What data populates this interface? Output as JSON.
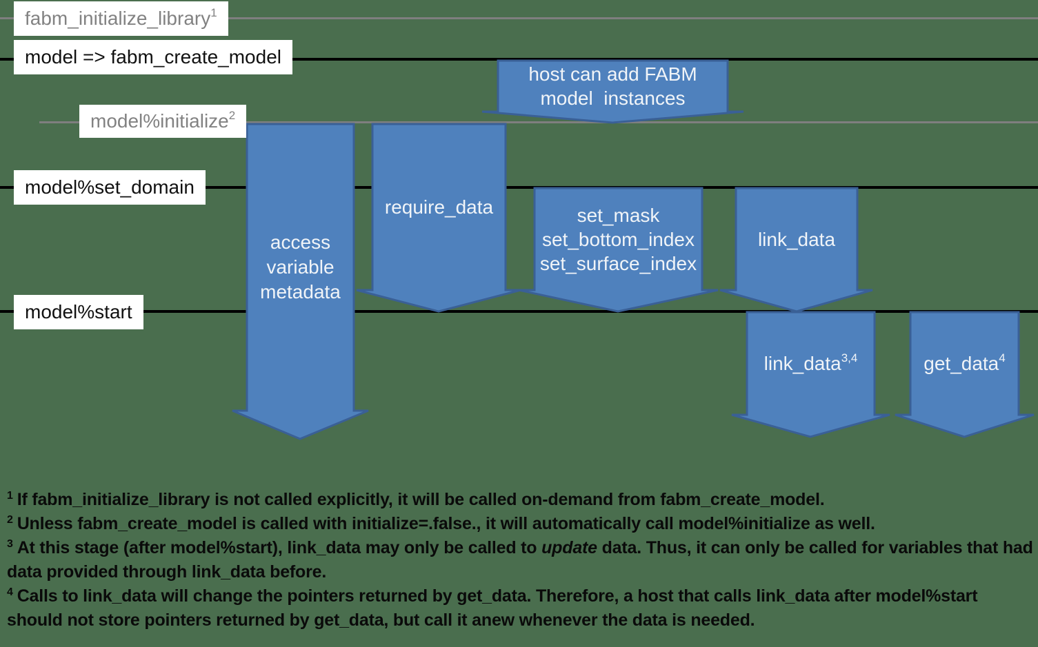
{
  "colors": {
    "background": "#4a6e4e",
    "arrow_fill": "#4f81bd",
    "arrow_stroke": "#3a6096",
    "arrow_text": "#f0f4f8",
    "timeline_black": "#000000",
    "timeline_gray": "#7f7f7f",
    "label_gray": "#828282",
    "label_black": "#111111",
    "label_bg": "#ffffff",
    "footnote_text": "#0a0a0a"
  },
  "timeline_labels": [
    {
      "text": "fabm_initialize_library",
      "sup": "1",
      "style": "gray"
    },
    {
      "text": "model => fabm_create_model",
      "sup": "",
      "style": "black"
    },
    {
      "text": "model%initialize",
      "sup": "2",
      "style": "gray"
    },
    {
      "text": "model%set_domain",
      "sup": "",
      "style": "black"
    },
    {
      "text": "model%start",
      "sup": "",
      "style": "black"
    }
  ],
  "arrows": {
    "host_banner": {
      "lines": [
        "host can add FABM",
        "model  instances"
      ]
    },
    "access_metadata": {
      "lines": [
        "access",
        "variable",
        "metadata"
      ]
    },
    "require_data": {
      "lines": [
        "require_data"
      ]
    },
    "set_mask": {
      "lines": [
        "set_mask",
        "set_bottom_index",
        "set_surface_index"
      ]
    },
    "link_data": {
      "lines": [
        "link_data"
      ]
    },
    "link_data_after_start": {
      "label": "link_data",
      "sup": "3,4"
    },
    "get_data": {
      "label": "get_data",
      "sup": "4"
    }
  },
  "footnotes": [
    {
      "marker": "1",
      "segments": [
        {
          "text": "If fabm_initialize_library is not called explicitly, it will be called on-demand from fabm_create_model."
        }
      ]
    },
    {
      "marker": "2",
      "segments": [
        {
          "text": "Unless fabm_create_model is called with initialize=.false., it will automatically call model%initialize as well."
        }
      ]
    },
    {
      "marker": "3",
      "segments": [
        {
          "text": "At this stage (after model%start), link_data may only be called to "
        },
        {
          "text": "update",
          "italic": true
        },
        {
          "text": " data. Thus, it can only be called for variables that had data provided through link_data before."
        }
      ]
    },
    {
      "marker": "4",
      "segments": [
        {
          "text": "Calls to link_data will change the pointers returned by get_data. Therefore, a host that calls link_data after model%start should not store pointers returned by get_data, but call it anew whenever the data is needed."
        }
      ]
    }
  ]
}
